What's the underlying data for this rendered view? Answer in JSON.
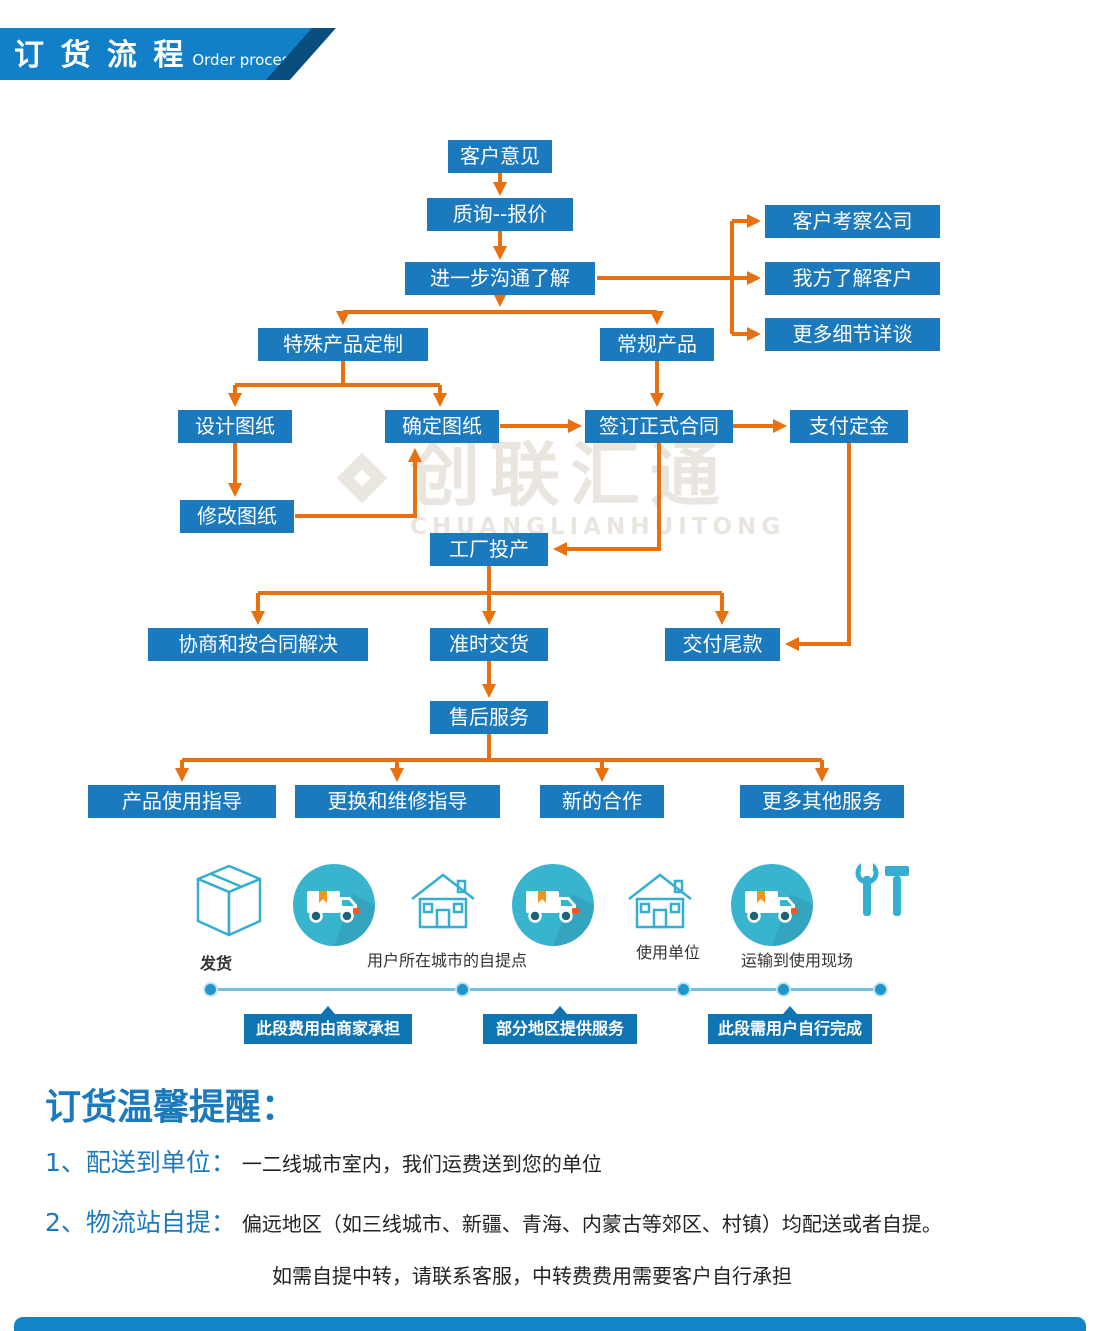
{
  "colors": {
    "banner_blue": "#1180c8",
    "node_blue": "#1b79bd",
    "arrow_orange": "#e9700e",
    "teal_icon": "#35aed2",
    "ribbon_blue": "#0e74b4",
    "watermark_gray": "#eae6df"
  },
  "header": {
    "title": "订 货 流 程",
    "subtitle": "Order process"
  },
  "watermark": {
    "cn": "创联汇通",
    "en": "CHUANGLIANHUITONG"
  },
  "flow": {
    "nodes": {
      "customer_feedback": "客户意见",
      "inquiry_quote": "质询--报价",
      "further_communication": "进一步沟通了解",
      "customer_visit_company": "客户考察公司",
      "we_know_customer": "我方了解客户",
      "more_details_talk": "更多细节详谈",
      "special_product_custom": "特殊产品定制",
      "regular_product": "常规产品",
      "design_drawing": "设计图纸",
      "confirm_drawing": "确定图纸",
      "sign_contract": "签订正式合同",
      "pay_deposit": "支付定金",
      "modify_drawing": "修改图纸",
      "factory_production": "工厂投产",
      "negotiate_by_contract": "协商和按合同解决",
      "ontime_delivery": "准时交货",
      "pay_balance": "交付尾款",
      "aftersale_service": "售后服务",
      "usage_guide": "产品使用指导",
      "replace_repair_guide": "更换和维修指导",
      "new_cooperation": "新的合作",
      "more_other_services": "更多其他服务"
    }
  },
  "logistics": {
    "ship_label": "发货",
    "pickup_label": "用户所在城市的自提点",
    "unit_label": "使用单位",
    "transport_label": "运输到使用现场",
    "ribbon_merchant": "此段费用由商家承担",
    "ribbon_partial": "部分地区提供服务",
    "ribbon_user": "此段需用户自行完成"
  },
  "reminder": {
    "title": "订货温馨提醒：",
    "item1_label": "1、配送到单位：",
    "item1_text": "一二线城市室内，我们运费送到您的单位",
    "item2_label": "2、物流站自提：",
    "item2_text": "偏远地区（如三线城市、新疆、青海、内蒙古等郊区、村镇）均配送或者自提。",
    "item3_text": "如需自提中转，请联系客服，中转费费用需要客户自行承担"
  }
}
